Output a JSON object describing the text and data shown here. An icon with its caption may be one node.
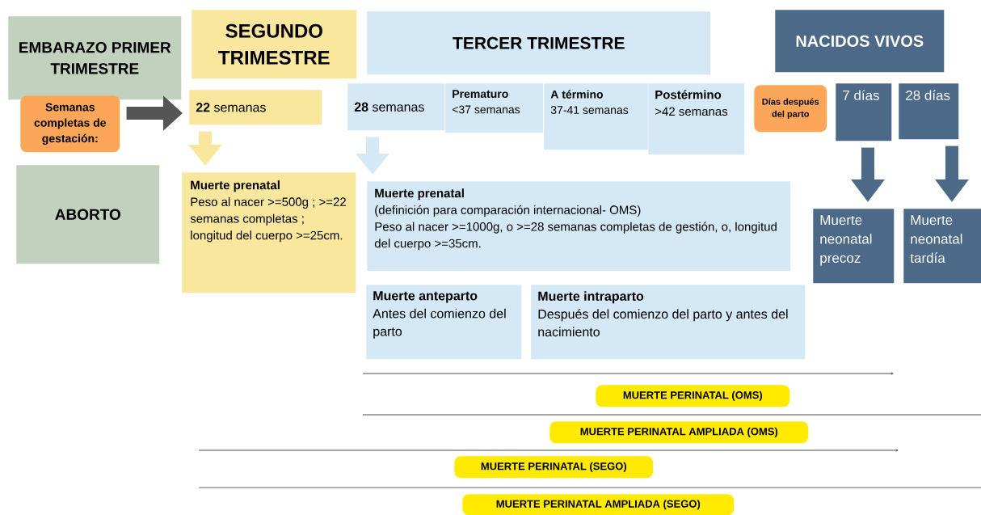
{
  "diagram": {
    "nodes": [
      {
        "text": [
          "EMBARAZO PRIMER TRIMESTRE"
        ]
      },
      {
        "text": [
          "SEGUNDO TRIMESTRE"
        ]
      },
      {
        "text": [
          "TERCER TRIMESTRE"
        ]
      },
      {
        "text": [
          "NACIDOS VIVOS"
        ]
      },
      {
        "text": [
          "Semanas completas de gestación:"
        ]
      },
      {
        "text": [
          "**22** semanas"
        ]
      },
      {
        "text": [
          "**28** semanas"
        ]
      },
      {
        "text": [
          "Prematuro",
          "<37 semanas"
        ]
      },
      {
        "text": [
          "A término",
          "37-41 semanas"
        ]
      },
      {
        "text": [
          "Postérmino",
          ">42 semanas"
        ]
      },
      {
        "text": [
          "Días después del parto"
        ]
      },
      {
        "text": [
          "7 días"
        ]
      },
      {
        "text": [
          "28 días"
        ]
      },
      {
        "text": [
          "ABORTO"
        ]
      },
      {
        "text": [
          "Muerte prenatal",
          "Peso al nacer >=500g ; >=22 semanas completas ; longitud del cuerpo >=25cm."
        ]
      },
      {
        "text": [
          "Muerte prenatal",
          "(definición para comparación internacional- OMS)",
          "Peso al nacer >=1000g, o >=28 semanas completas de gestión, o, longitud del cuerpo >=35cm."
        ]
      },
      {
        "text": [
          "Muerte neonatal precoz"
        ]
      },
      {
        "text": [
          "Muerte neonatal tardía"
        ]
      },
      {
        "text": [
          "Muerte anteparto",
          "Antes del comienzo del parto"
        ]
      },
      {
        "text": [
          "Muerte intraparto",
          "Después del comienzo del parto y antes del nacimiento"
        ]
      },
      {
        "text": [
          "MUERTE PERINATAL (OMS)"
        ]
      },
      {
        "text": [
          "MUERTE PERINATAL  AMPLIADA (OMS)"
        ]
      },
      {
        "text": [
          "MUERTE PERINATAL  (SEGO)"
        ]
      },
      {
        "text": [
          "MUERTE PERINATAL AMPLIADA (SEGO)"
        ]
      }
    ],
    "edges": [
      {
        "from": 4,
        "to": 5,
        "arrow": "to",
        "color": "#555555"
      },
      {
        "from": 5,
        "to": 14,
        "arrow": "to",
        "color": "#f9e79e"
      },
      {
        "from": 6,
        "to": 15,
        "arrow": "to",
        "color": "#d4e8f5"
      },
      {
        "from": 11,
        "to": 16,
        "arrow": "to",
        "color": "#4c6a88"
      },
      {
        "from": 12,
        "to": 17,
        "arrow": "to",
        "color": "#4c6a88"
      }
    ]
  }
}
